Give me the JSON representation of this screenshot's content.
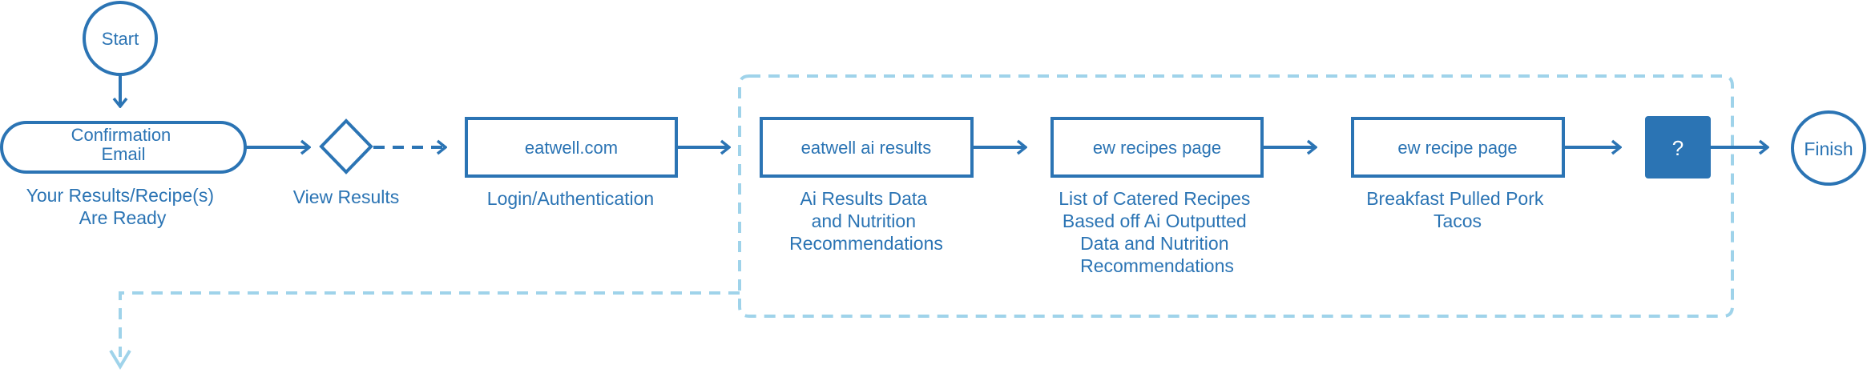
{
  "colors": {
    "primary": "#2b74b4",
    "dashed_group": "#9fd3ea",
    "unknown_fill": "#2b74b4",
    "background": "#ffffff"
  },
  "nodes": {
    "start": {
      "label": "Start"
    },
    "confirmation_email": {
      "label_lines": [
        "Confirmation",
        "Email"
      ],
      "caption_lines": [
        "Your Results/Recipe(s)",
        "Are Ready"
      ]
    },
    "view_results": {
      "caption": "View Results"
    },
    "eatwell_com": {
      "label": "eatwell.com",
      "caption": "Login/Authentication"
    },
    "ai_results": {
      "label": "eatwell ai results",
      "caption_lines": [
        "Ai Results Data",
        "and Nutrition",
        "Recommendations"
      ]
    },
    "recipes_page": {
      "label": "ew recipes page",
      "caption_lines": [
        "List of Catered Recipes",
        "Based off Ai Outputted",
        "Data and Nutrition",
        "Recommendations"
      ]
    },
    "recipe_page": {
      "label": "ew recipe page",
      "caption_lines": [
        "Breakfast Pulled Pork",
        "Tacos"
      ]
    },
    "unknown": {
      "label": "?"
    },
    "finish": {
      "label": "Finish"
    }
  }
}
